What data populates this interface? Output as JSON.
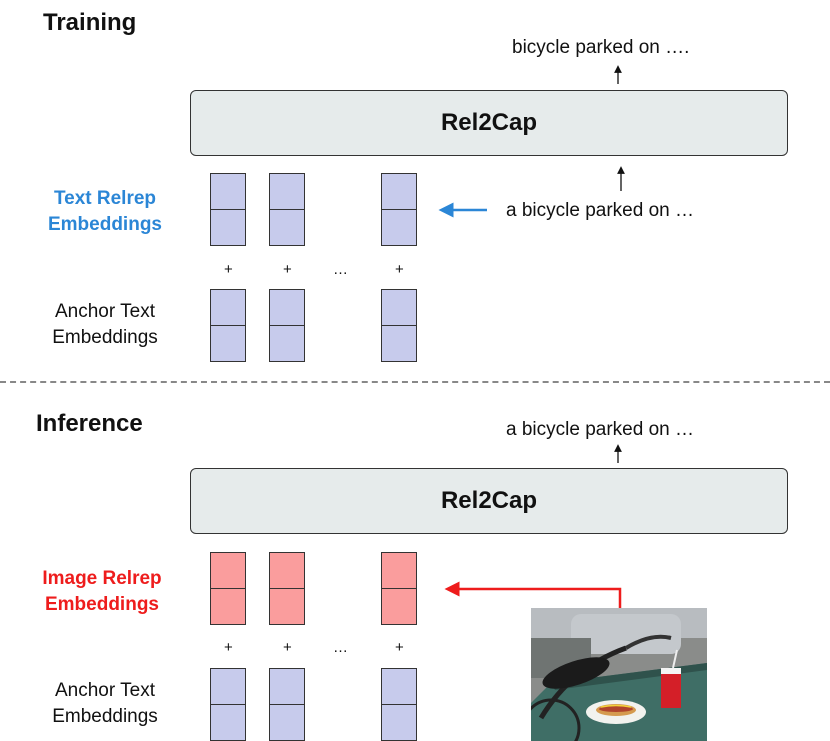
{
  "training": {
    "title": "Training",
    "model_label": "Rel2Cap",
    "output_caption": "bicycle parked on ….",
    "input_caption": "a bicycle parked on …",
    "relrep_label_line1": "Text Relrep",
    "relrep_label_line2": "Embeddings",
    "anchor_label_line1": "Anchor Text",
    "anchor_label_line2": "Embeddings",
    "plus_signs": [
      "+",
      "+",
      "+"
    ],
    "ellipsis": "…"
  },
  "inference": {
    "title": "Inference",
    "model_label": "Rel2Cap",
    "output_caption": "a bicycle parked on …",
    "relrep_label_line1": "Image Relrep",
    "relrep_label_line2": "Embeddings",
    "anchor_label_line1": "Anchor Text",
    "anchor_label_line2": "Embeddings",
    "plus_signs": [
      "+",
      "+",
      "+"
    ],
    "ellipsis": "…",
    "photo_subject": "bicycle-with-hotdog-and-drink-photo"
  },
  "colors": {
    "text_relrep": "#2b86d6",
    "image_relrep": "#ee1c1c",
    "anchor_cell": "#c7cbec",
    "image_cell": "#fa9d9d",
    "model_box": "#e6ebeb"
  }
}
